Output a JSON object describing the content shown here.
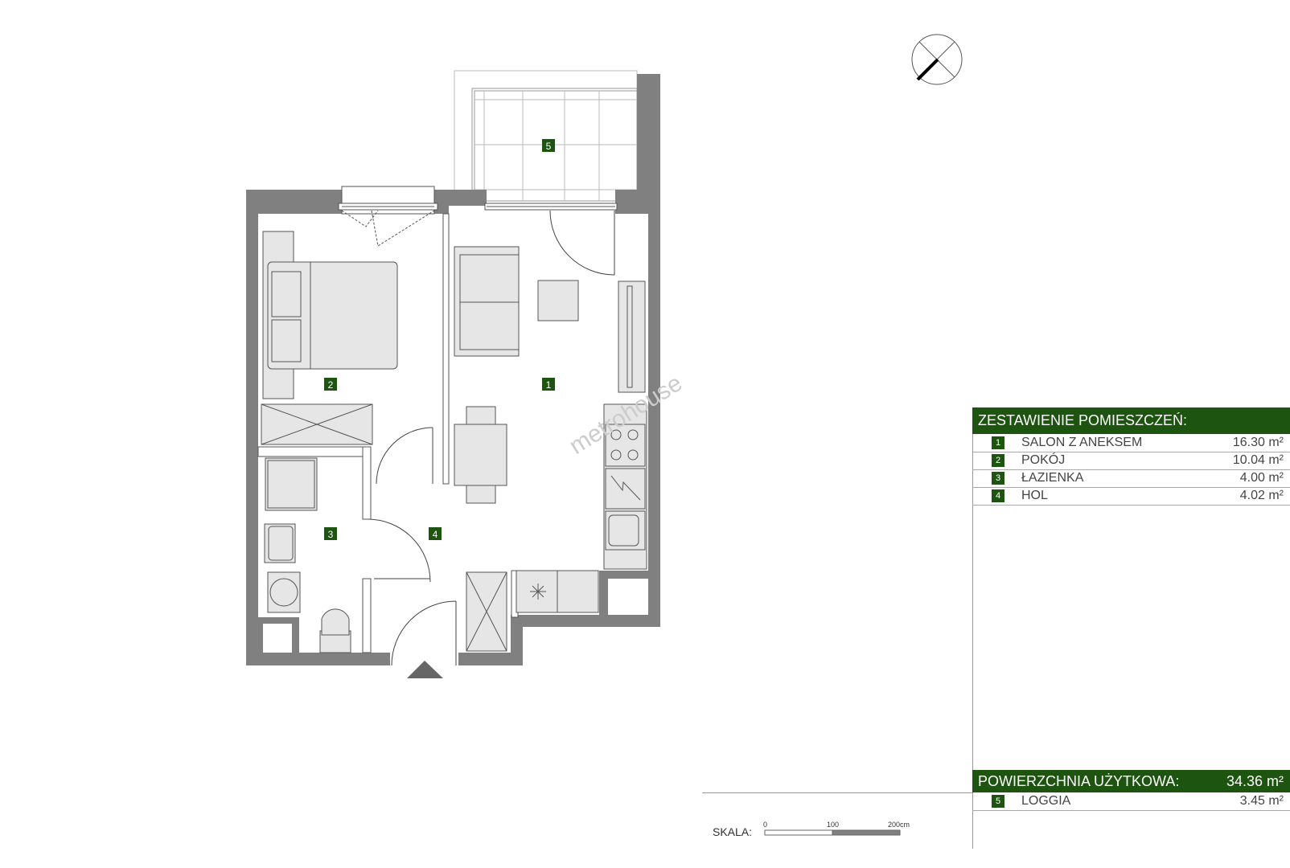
{
  "plan": {
    "rooms": [
      {
        "number": "1",
        "name": "SALON Z ANEKSEM",
        "area": "16.30 m²"
      },
      {
        "number": "2",
        "name": "POKÓJ",
        "area": "10.04 m²"
      },
      {
        "number": "3",
        "name": "ŁAZIENKA",
        "area": "4.00 m²"
      },
      {
        "number": "4",
        "name": "HOL",
        "area": "4.02 m²"
      },
      {
        "number": "5",
        "name": "LOGGIA",
        "area": "3.45 m²"
      }
    ],
    "watermark": "metrohouse"
  },
  "table": {
    "header": "ZESTAWIENIE POMIESZCZEŃ:",
    "total_label": "POWIERZCHNIA UŻYTKOWA:",
    "total_value": "34.36 m²"
  },
  "scale": {
    "label": "SKALA:",
    "ticks": [
      "0",
      "100",
      "200cm"
    ]
  },
  "colors": {
    "accent": "#1d5410",
    "wall": "#808080",
    "furniture": "#e6e6e6"
  }
}
